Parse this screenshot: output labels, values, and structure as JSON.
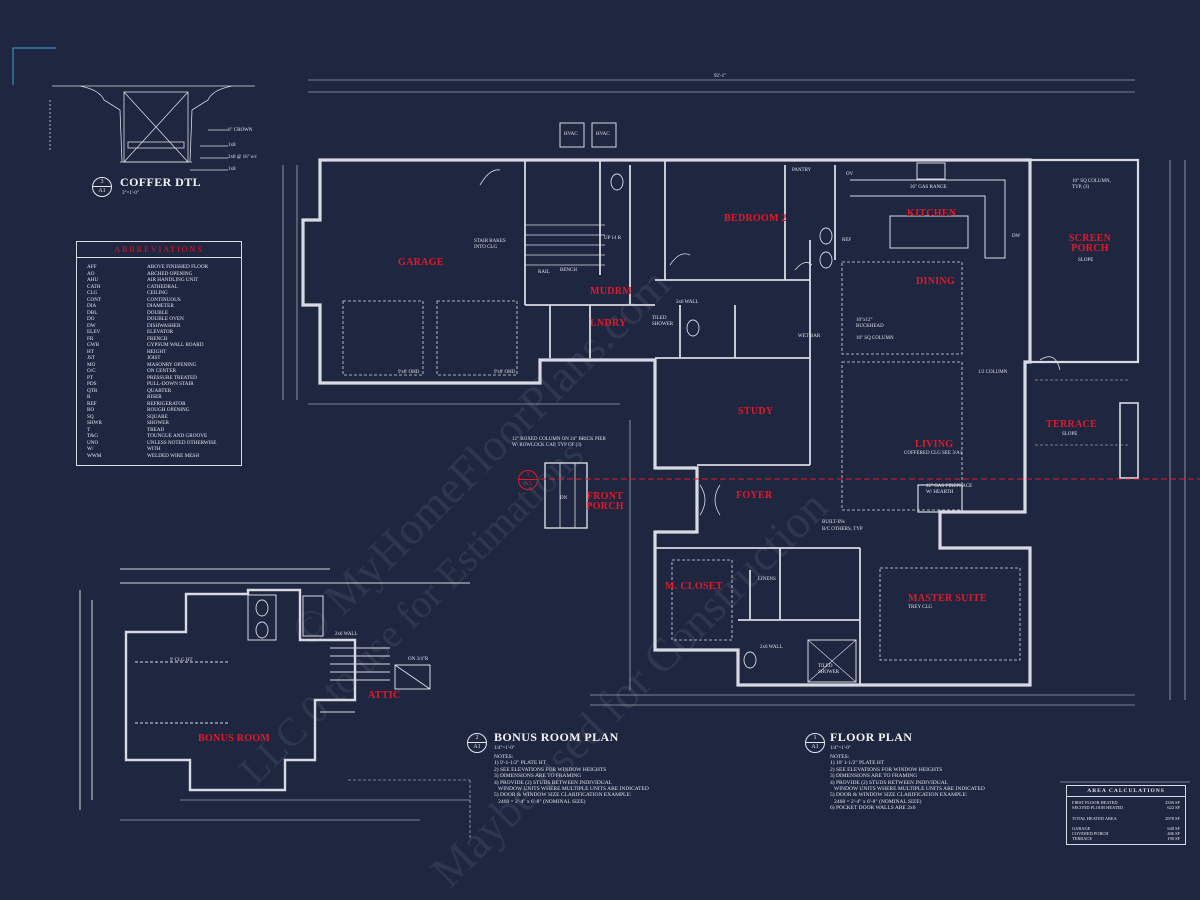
{
  "rooms": {
    "garage": "GARAGE",
    "mudrm": "MUDRM",
    "lndry": "LNDRY",
    "bedroom2": "BEDROOM 2",
    "kitchen": "KITCHEN",
    "dining": "DINING",
    "screen_porch": "SCREEN PORCH",
    "study": "STUDY",
    "living": "LIVING",
    "terrace": "TERRACE",
    "front_porch": "FRONT PORCH",
    "foyer": "FOYER",
    "m_closet": "M. CLOSET",
    "master_suite": "MASTER SUITE",
    "attic": "ATTIC",
    "bonus_room": "BONUS ROOM"
  },
  "labels": {
    "hvac1": "HVAC",
    "hvac2": "HVAC",
    "stair_rakes": "STAIR RAKES INTO CLG",
    "gas_range": "36\" GAS RANGE",
    "pantry": "PANTRY",
    "ov": "OV",
    "ref": "REF",
    "dw": "DW",
    "bench": "BENCH",
    "rail": "RAIL",
    "tiled_shower": "TILED SHOWER",
    "slope": "SLOPE",
    "coffered_clg": "COFFERED CLG SEE 3/A1",
    "gas_fireplace": "42\" GAS FIREPLACE W/ HEARTH",
    "built_ins": "BUILT-INs",
    "builtins_note": "B/C OTHERS, TYP",
    "trey_clg": "TREY CLG",
    "linens": "LINENS",
    "boxed_column": "12\" BOXED COLUMN ON 24\" BRICK PIER W/ ROWLOCK CAP, TYP OF (3)",
    "buckhead": "10\"x12\" BUCKHEAD",
    "sq_column": "10\" SQ COLUMN",
    "half_column": "1/2 COLUMN",
    "sq_column_typ": "10\" SQ COLUMN, TYP, (3)",
    "wall_2x6": "2x6 WALL",
    "ohd": "9'x8' OHD",
    "wet_bar": "WET BAR",
    "up": "UP 14 R",
    "dn": "DN",
    "dim_overall": "92'-1\"",
    "attic_access": "ON 3/4\"R",
    "clg_ht": "9' CLG HT",
    "vaulted": "SLOPE"
  },
  "coffer": {
    "title": "COFFER DTL",
    "number": "3",
    "sheet": "A1",
    "scale": "3\"=1'-0\"",
    "crown": "6\" CROWN",
    "board1": "1x8",
    "studs": "2x8 @ 16\" o/c",
    "board2": "1x8"
  },
  "abbreviations": {
    "title": "ABBREVIATIONS",
    "items": [
      [
        "AFF",
        "ABOVE FINISHED FLOOR"
      ],
      [
        "AO",
        "ARCHED OPENING"
      ],
      [
        "AHU",
        "AIR HANDLING UNIT"
      ],
      [
        "CATH",
        "CATHEDRAL"
      ],
      [
        "CLG",
        "CEILING"
      ],
      [
        "CONT",
        "CONTINUOUS"
      ],
      [
        "DIA",
        "DIAMETER"
      ],
      [
        "DBL",
        "DOUBLE"
      ],
      [
        "DO",
        "DOUBLE OVEN"
      ],
      [
        "DW",
        "DISHWASHER"
      ],
      [
        "ELEV",
        "ELEVATOR"
      ],
      [
        "FR",
        "FRENCH"
      ],
      [
        "GWB",
        "GYPSUM WALL BOARD"
      ],
      [
        "HT",
        "HEIGHT"
      ],
      [
        "JST",
        "JOIST"
      ],
      [
        "MO",
        "MASONRY OPENING"
      ],
      [
        "O/C",
        "ON CENTER"
      ],
      [
        "PT",
        "PRESSURE TREATED"
      ],
      [
        "PDS",
        "PULL-DOWN STAIR"
      ],
      [
        "QTR",
        "QUARTER"
      ],
      [
        "R",
        "RISER"
      ],
      [
        "REF",
        "REFRIGERATOR"
      ],
      [
        "RO",
        "ROUGH OPENING"
      ],
      [
        "SQ",
        "SQUARE"
      ],
      [
        "SHWR",
        "SHOWER"
      ],
      [
        "T",
        "TREAD"
      ],
      [
        "T&G",
        "TOUNGUE AND GROOVE"
      ],
      [
        "UNO",
        "UNLESS NOTED OTHERWISE"
      ],
      [
        "W/",
        "WITH"
      ],
      [
        "WWM",
        "WELDED WIRE MESH"
      ]
    ]
  },
  "bonus_plan": {
    "title": "BONUS ROOM PLAN",
    "number": "2",
    "sheet": "A1",
    "scale": "1/4\"=1'-0\"",
    "notes": [
      "NOTES:",
      "1) 9'-1-1/2\" PLATE HT",
      "2) SEE ELEVATIONS FOR WINDOW HEIGHTS",
      "3) DIMENSIONS ARE TO FRAMING",
      "4) PROVIDE (2) STUDS BETWEEN INDIVIDUAL",
      "   WINDOW UNITS WHERE MULTIPLE UNITS ARE INDICATED",
      "5) DOOR & WINDOW SIZE CLARIFICATION EXAMPLE:",
      "   2468 = 2'-4\" x 6'-8\" (NOMINAL SIZE)"
    ]
  },
  "floor_plan": {
    "title": "FLOOR PLAN",
    "number": "1",
    "sheet": "A1",
    "scale": "1/4\"=1'-0\"",
    "notes": [
      "NOTES:",
      "1) 10' 1-1/2\" PLATE HT",
      "2) SEE ELEVATIONS FOR WINDOW HEIGHTS",
      "3) DIMENSIONS ARE TO FRAMING",
      "4) PROVIDE (2) STUDS BETWEEN INDIVIDUAL",
      "   WINDOW UNITS WHERE MULTIPLE UNITS ARE INDICATED",
      "5) DOOR & WINDOW SIZE CLARIFICATION EXAMPLE:",
      "   2468 = 2'-4\" x 6'-8\" (NOMINAL SIZE)",
      "6) POCKET DOOR WALLS ARE 2x6"
    ]
  },
  "section_tag": {
    "number": "1",
    "sheet": "A5"
  },
  "area": {
    "title": "AREA CALCULATIONS",
    "rows": [
      [
        "FIRST FLOOR HEATED",
        "2356 SF"
      ],
      [
        "SECOND FLOOR HEATED",
        "622 SF"
      ],
      [
        "",
        ""
      ],
      [
        "TOTAL HEATED AREA",
        "2978 SF"
      ],
      [
        "",
        ""
      ],
      [
        "GARAGE",
        "640 SF"
      ],
      [
        "COVERED PORCH",
        "406 SF"
      ],
      [
        "TERRACE",
        "190 SF"
      ]
    ]
  },
  "watermark": [
    "© MyHomeFloorPlans.com",
    "Maybe used for Construction",
    "LLC 0 to use for Estimations"
  ],
  "colors": {
    "background": "#1f2640",
    "linework": "#d7dae2",
    "room_labels": "#e2192b"
  }
}
